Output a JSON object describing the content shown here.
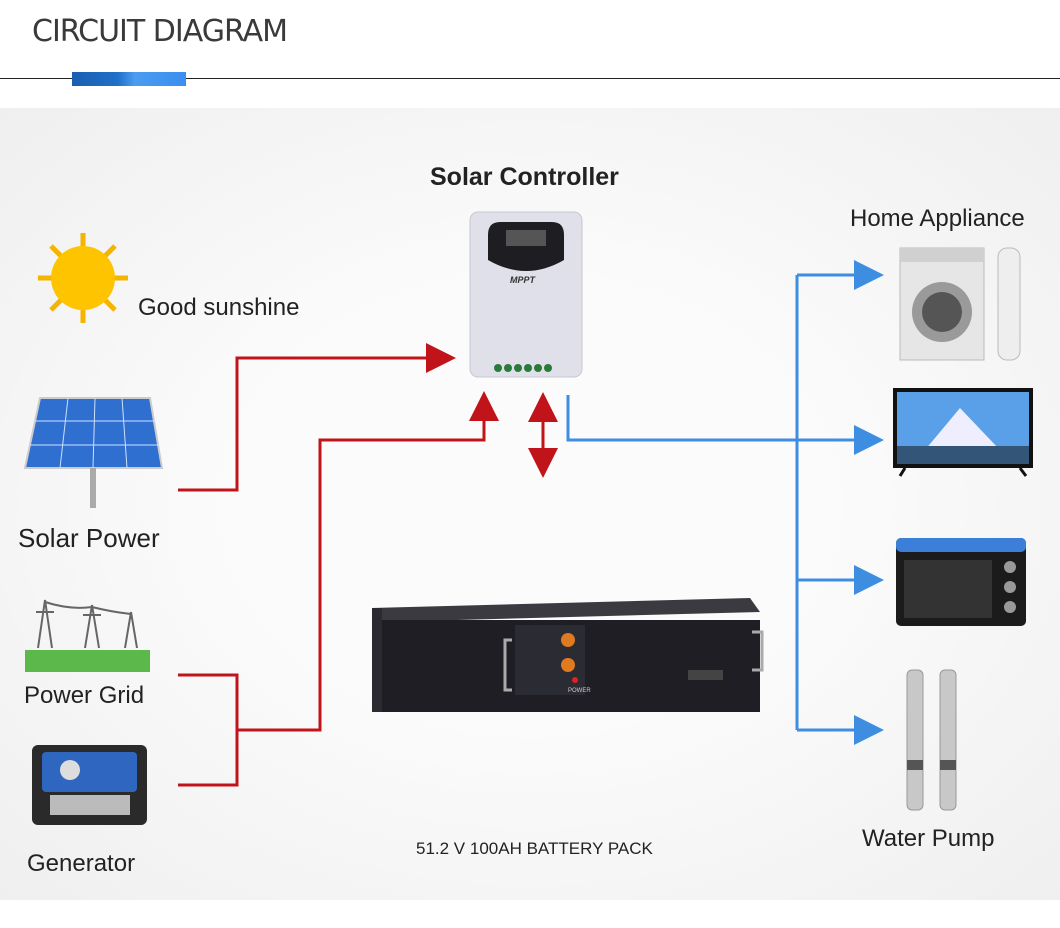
{
  "header": {
    "title": "CIRCUIT DIAGRAM"
  },
  "labels": {
    "solar_controller": "Solar Controller",
    "good_sunshine": "Good sunshine",
    "solar_power": "Solar Power",
    "power_grid": "Power Grid",
    "generator": "Generator",
    "home_appliance": "Home Appliance",
    "water_pump": "Water Pump",
    "battery": "51.2 V 100AH BATTERY PACK",
    "controller_brand": "MPPT",
    "battery_power": "POWER"
  },
  "colors": {
    "input_line": "#c0141a",
    "output_line": "#3d8ee0",
    "accent": "#1f6fc8"
  },
  "icons": [
    "sun-icon",
    "solar-panel-icon",
    "power-grid-icon",
    "generator-icon",
    "solar-controller-icon",
    "battery-pack-icon",
    "washing-machine-icon",
    "air-conditioner-icon",
    "tv-icon",
    "oven-icon",
    "water-pump-icon"
  ]
}
